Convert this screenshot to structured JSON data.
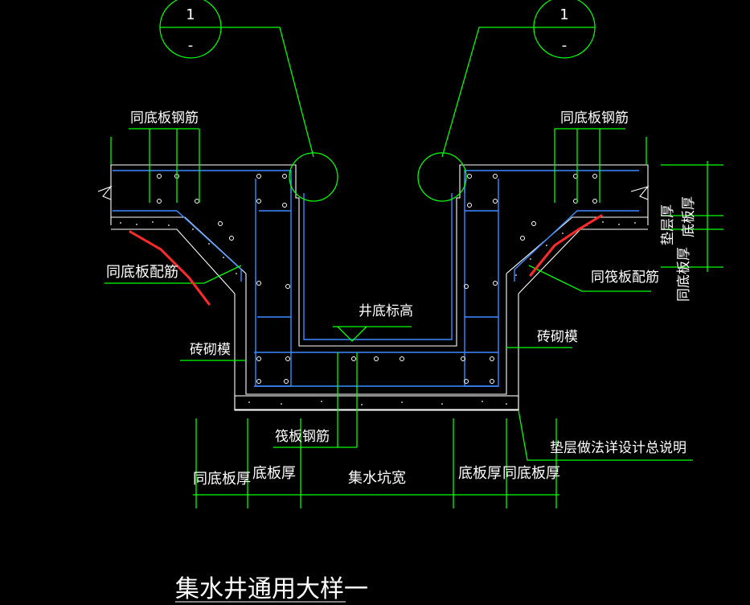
{
  "drawing": {
    "title": "集水井通用大样一",
    "section_marker_left": {
      "number": "1",
      "sub": "-"
    },
    "section_marker_right": {
      "number": "1",
      "sub": "-"
    },
    "labels": {
      "top_left_rebar": "同底板钢筋",
      "top_right_rebar": "同底板钢筋",
      "left_slab_reinf": "同底板配筋",
      "right_raft_reinf": "同筏板配筋",
      "well_bottom_elev": "井底标高",
      "brick_form_left": "砖砌模",
      "brick_form_right": "砖砌模",
      "raft_rebar": "筏板钢筋",
      "cushion_note": "垫层做法详设计总说明",
      "right_vertical_1": "同底板厚",
      "right_vertical_2": "垫层厚",
      "right_vertical_3": "底板厚"
    },
    "dimensions": [
      "同底板厚",
      "底板厚",
      "集水坑宽",
      "底板厚",
      "同底板厚"
    ],
    "colors": {
      "background": "#000000",
      "leader_lines": "#00ff00",
      "rebar": "#3a8cff",
      "outline": "#ffffff",
      "markup": "#ff2a2a"
    }
  }
}
